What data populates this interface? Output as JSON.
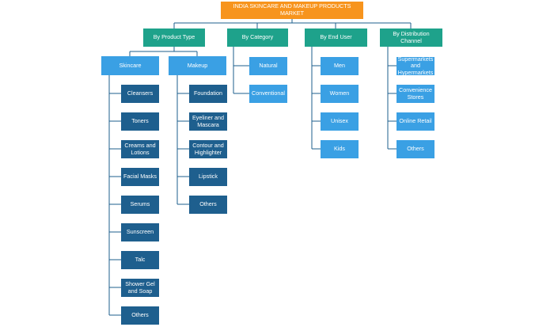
{
  "root": {
    "label": "INDIA SKINCARE AND MAKEUP PRODUCTS MARKET"
  },
  "categories": [
    {
      "label": "By Product Type"
    },
    {
      "label": "By Category",
      "items": [
        "Natural",
        "Conventional"
      ]
    },
    {
      "label": "By End User",
      "items": [
        "Men",
        "Women",
        "Unisex",
        "Kids"
      ]
    },
    {
      "label": "By Distribution Channel",
      "items": [
        "Supermarkets and Hypermarkets",
        "Convenience Stores",
        "Online Retail",
        "Others"
      ]
    }
  ],
  "product_type": {
    "skincare": {
      "label": "Skincare",
      "items": [
        "Cleansers",
        "Toners",
        "Creams and Lotions",
        "Facial Masks",
        "Serums",
        "Sunscreen",
        "Talc",
        "Shower Gel and Soap",
        "Others"
      ]
    },
    "makeup": {
      "label": "Makeup",
      "items": [
        "Foundation",
        "Eyeliner and Mascara",
        "Contour and Highlighter",
        "Lipstick",
        "Others"
      ]
    }
  },
  "colors": {
    "root": "#f7941d",
    "category": "#1ea28b",
    "subcategory": "#3aa0e4",
    "leaf_dark": "#1e5f8e",
    "connector": "#1e5f8e"
  }
}
